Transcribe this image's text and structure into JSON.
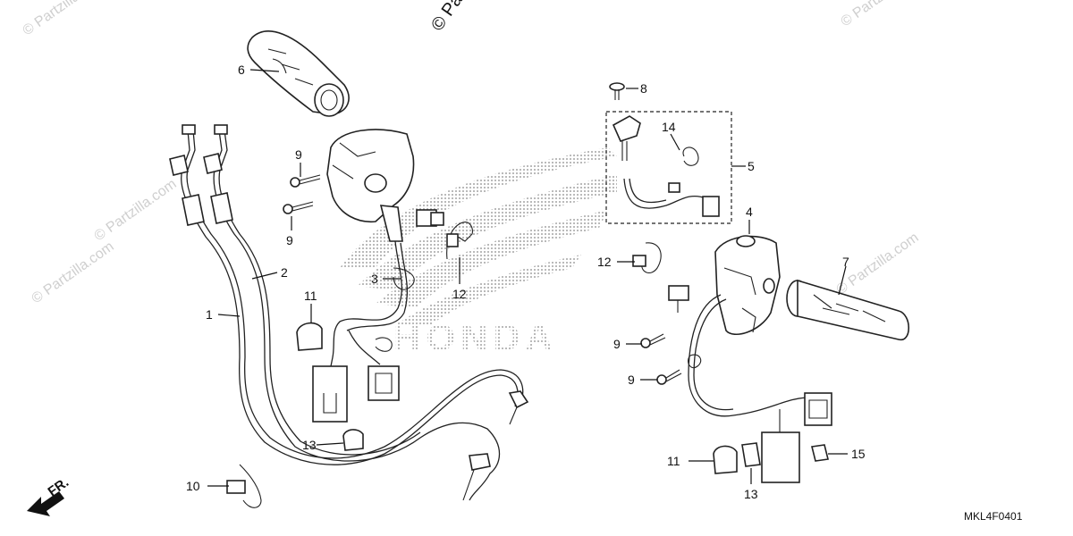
{
  "watermarks": [
    "© Partzilla.com",
    "© Partzilla.com",
    "© Partzilla.com",
    "© Partzilla.com",
    "© Partzilla.com",
    "© Pa"
  ],
  "brand_mark": "HONDA",
  "front_arrow_label": "FR.",
  "diagram_code": "MKL4F0401",
  "callouts": [
    "1",
    "2",
    "3",
    "4",
    "5",
    "6",
    "7",
    "8",
    "9",
    "9",
    "9",
    "9",
    "10",
    "11",
    "11",
    "12",
    "12",
    "13",
    "13",
    "14",
    "15"
  ]
}
